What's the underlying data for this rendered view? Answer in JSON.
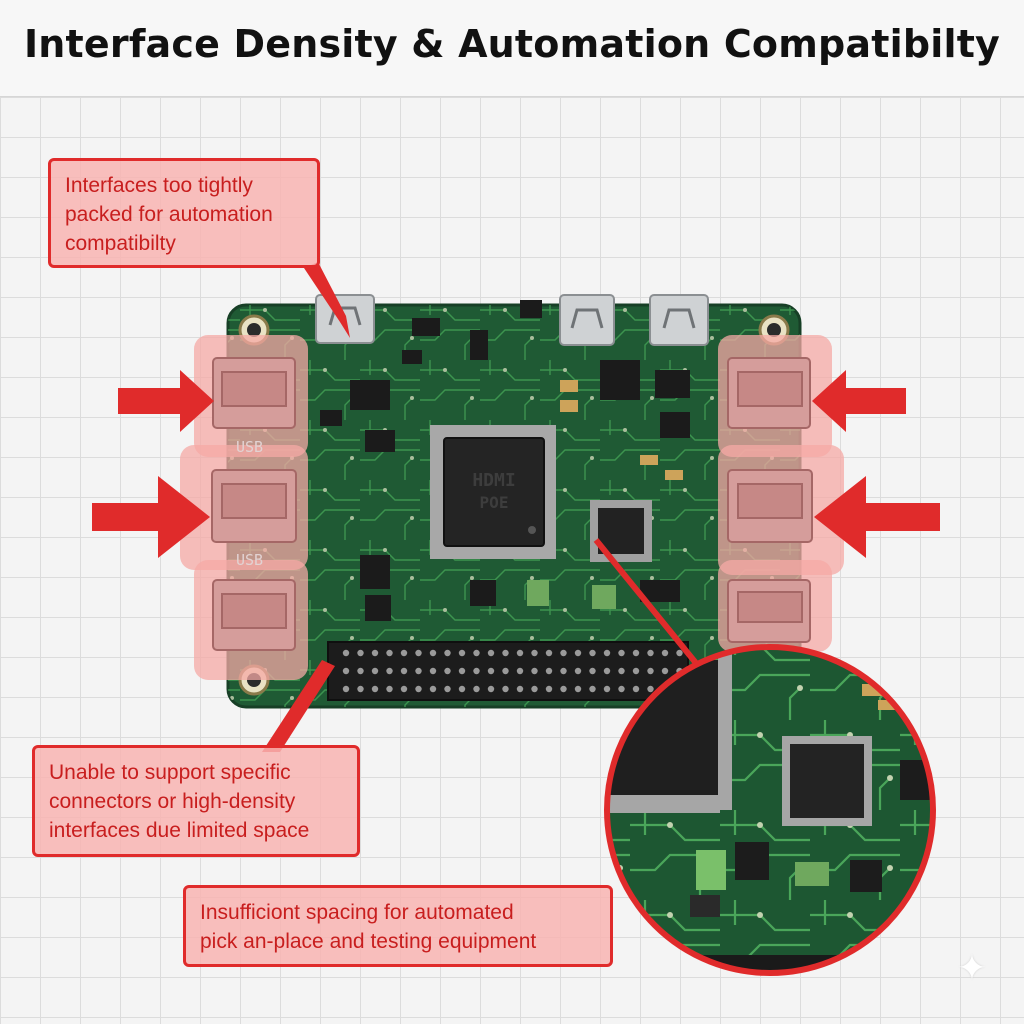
{
  "title": "Interface Density & Automation Compatibilty",
  "callouts": {
    "top": [
      "Interfaces too tightly",
      "packed for automation",
      "compatibilty"
    ],
    "middle": [
      "Unable to support specific",
      "connectors or high-density",
      "interfaces due limited space"
    ],
    "bottom": [
      "Insufficiont spacing for automated",
      "pick an-place and testing equipment"
    ]
  },
  "board_labels": {
    "usb_left_1": "USB",
    "usb_left_2": "USB",
    "chip_top": "HDMI",
    "chip_bottom": "POE"
  },
  "colors": {
    "pcb_green": "#1f5a34",
    "trace_green": "#3f9a52",
    "highlight_red": "#e02b2b",
    "highlight_fill": "#f6a9a6"
  },
  "icons": {
    "usb_ports": "usb-a-port-icon",
    "micro_ports": "micro-usb-port-icon",
    "arrows": "red-arrow-icon",
    "watermark": "sparkle-icon"
  }
}
